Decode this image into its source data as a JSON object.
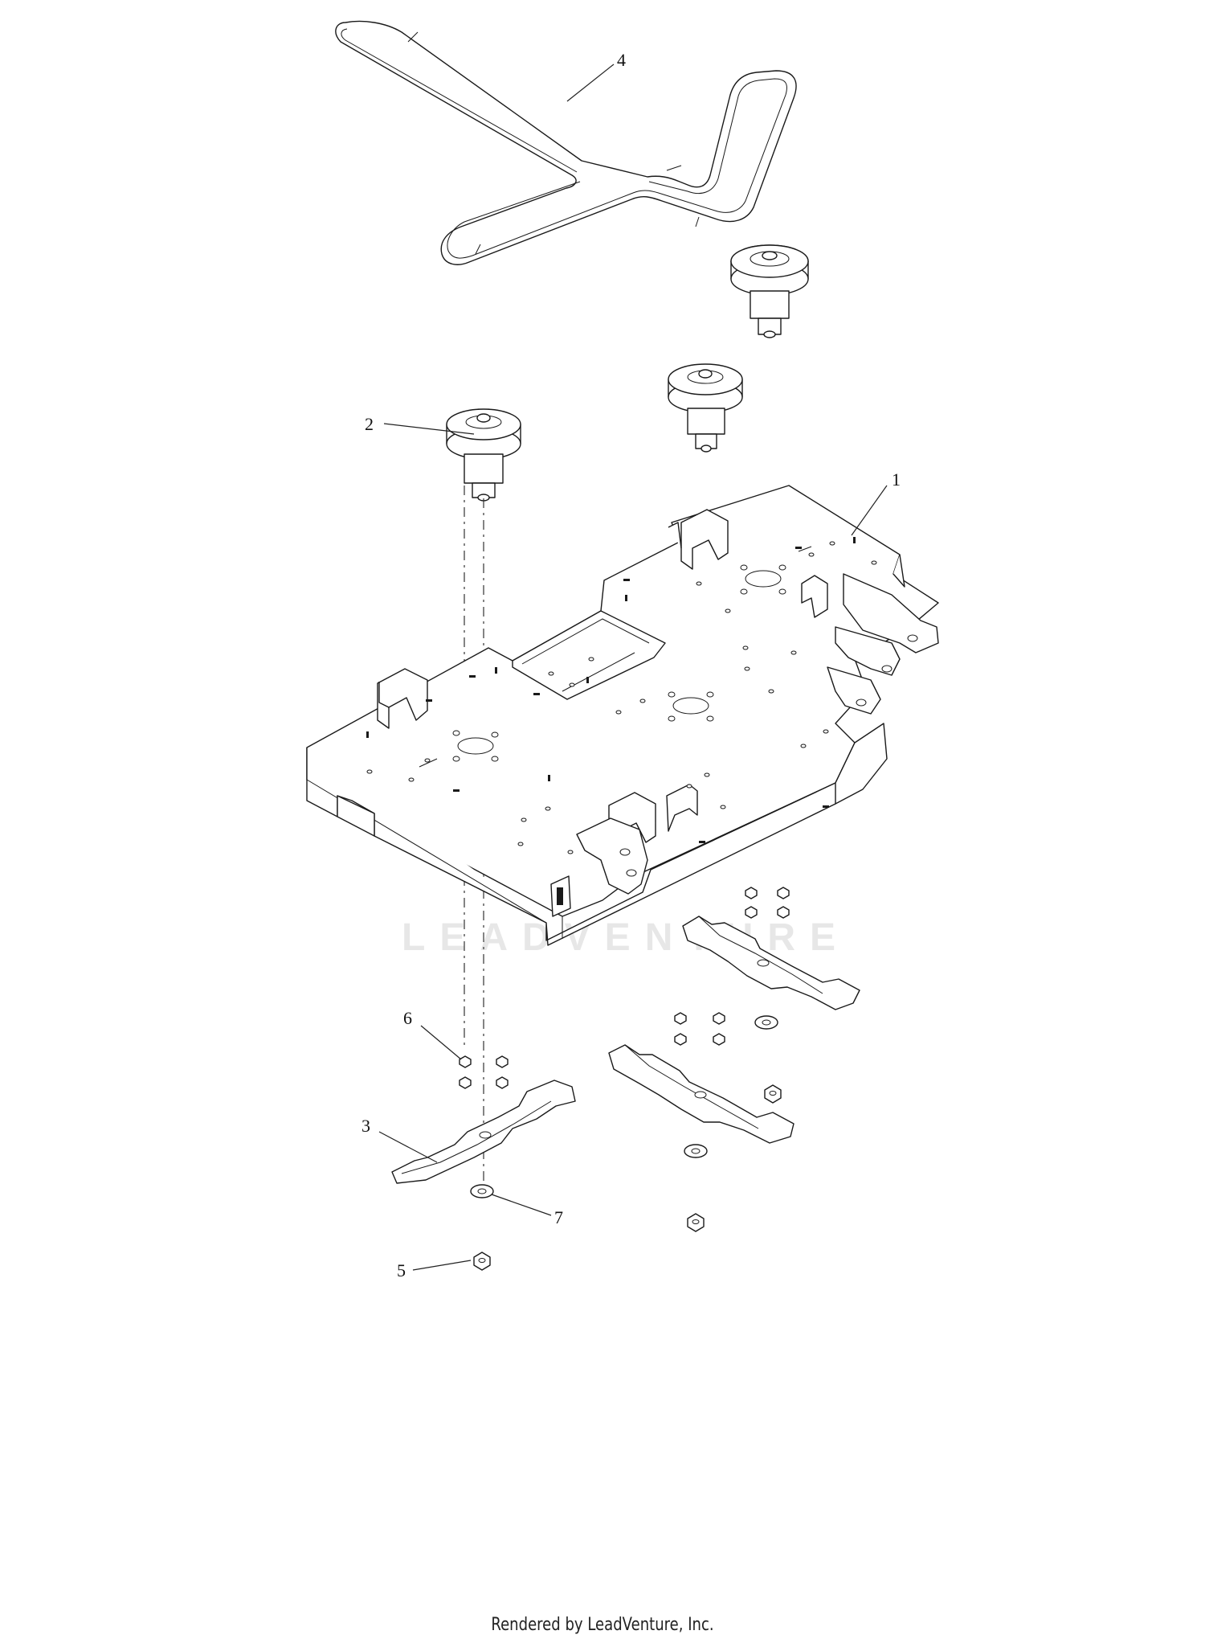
{
  "callouts": {
    "c1": "1",
    "c2": "2",
    "c3": "3",
    "c4": "4",
    "c5": "5",
    "c6": "6",
    "c7": "7"
  },
  "watermark": "LEADVENTURE",
  "footer": "Rendered by LeadVenture, Inc.",
  "colors": {
    "line": "#1a1a1a",
    "watermark": "#e7e7e7"
  }
}
